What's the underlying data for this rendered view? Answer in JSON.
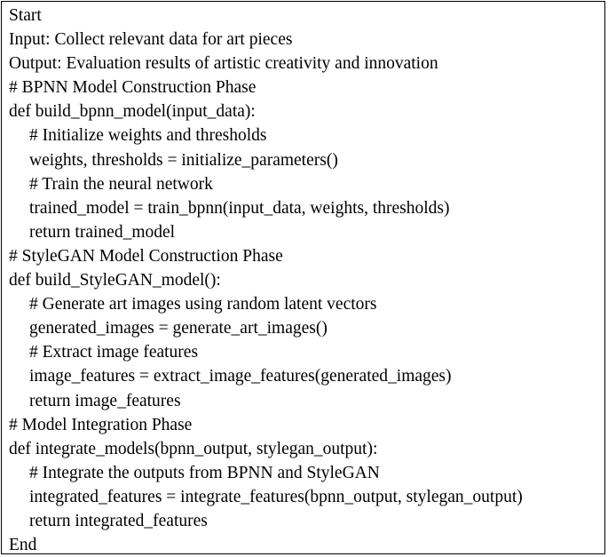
{
  "algorithm": {
    "lines": [
      {
        "text": "Start",
        "indent": 0
      },
      {
        "text": "Input: Collect relevant data for art pieces",
        "indent": 0
      },
      {
        "text": "Output: Evaluation results of artistic creativity and innovation",
        "indent": 0
      },
      {
        "text": "# BPNN Model Construction Phase",
        "indent": 0
      },
      {
        "text": "def build_bpnn_model(input_data):",
        "indent": 0
      },
      {
        "text": "# Initialize weights and thresholds",
        "indent": 1
      },
      {
        "text": "weights, thresholds = initialize_parameters()",
        "indent": 1
      },
      {
        "text": "# Train the neural network",
        "indent": 1
      },
      {
        "text": "trained_model = train_bpnn(input_data, weights, thresholds)",
        "indent": 1
      },
      {
        "text": "return trained_model",
        "indent": 1
      },
      {
        "text": "# StyleGAN Model Construction Phase",
        "indent": 0
      },
      {
        "text": "def build_StyleGAN_model():",
        "indent": 0
      },
      {
        "text": "# Generate art images using random latent vectors",
        "indent": 1
      },
      {
        "text": "generated_images = generate_art_images()",
        "indent": 1
      },
      {
        "text": "# Extract image features",
        "indent": 1
      },
      {
        "text": "image_features = extract_image_features(generated_images)",
        "indent": 1
      },
      {
        "text": "return image_features",
        "indent": 1
      },
      {
        "text": "# Model Integration Phase",
        "indent": 0
      },
      {
        "text": "def integrate_models(bpnn_output, stylegan_output):",
        "indent": 0
      },
      {
        "text": "# Integrate the outputs from BPNN and StyleGAN",
        "indent": 1
      },
      {
        "text": "integrated_features = integrate_features(bpnn_output, stylegan_output)",
        "indent": 1
      },
      {
        "text": "return integrated_features",
        "indent": 1
      },
      {
        "text": "End",
        "indent": 0
      }
    ]
  }
}
